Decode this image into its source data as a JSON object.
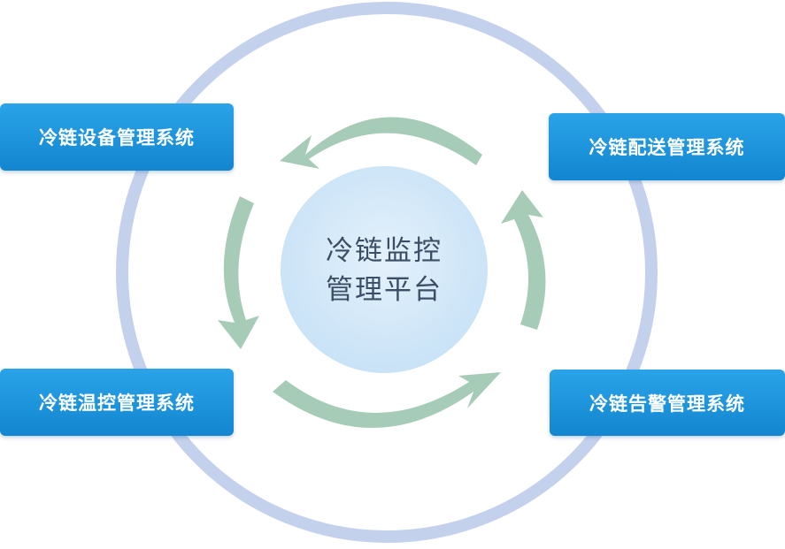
{
  "center": {
    "line1": "冷链监控",
    "line2": "管理平台"
  },
  "systems": {
    "top_left": "冷链设备管理系统",
    "top_right": "冷链配送管理系统",
    "bottom_left": "冷链温控管理系统",
    "bottom_right": "冷链告警管理系统"
  },
  "colors": {
    "outer_ring": "#c4d1ec",
    "inner_circle": "#d2e8f8",
    "arrow": "#a6cbb6",
    "box_fill": "#1b93dc",
    "box_text": "#ffffff",
    "center_text": "#3a4e66"
  }
}
